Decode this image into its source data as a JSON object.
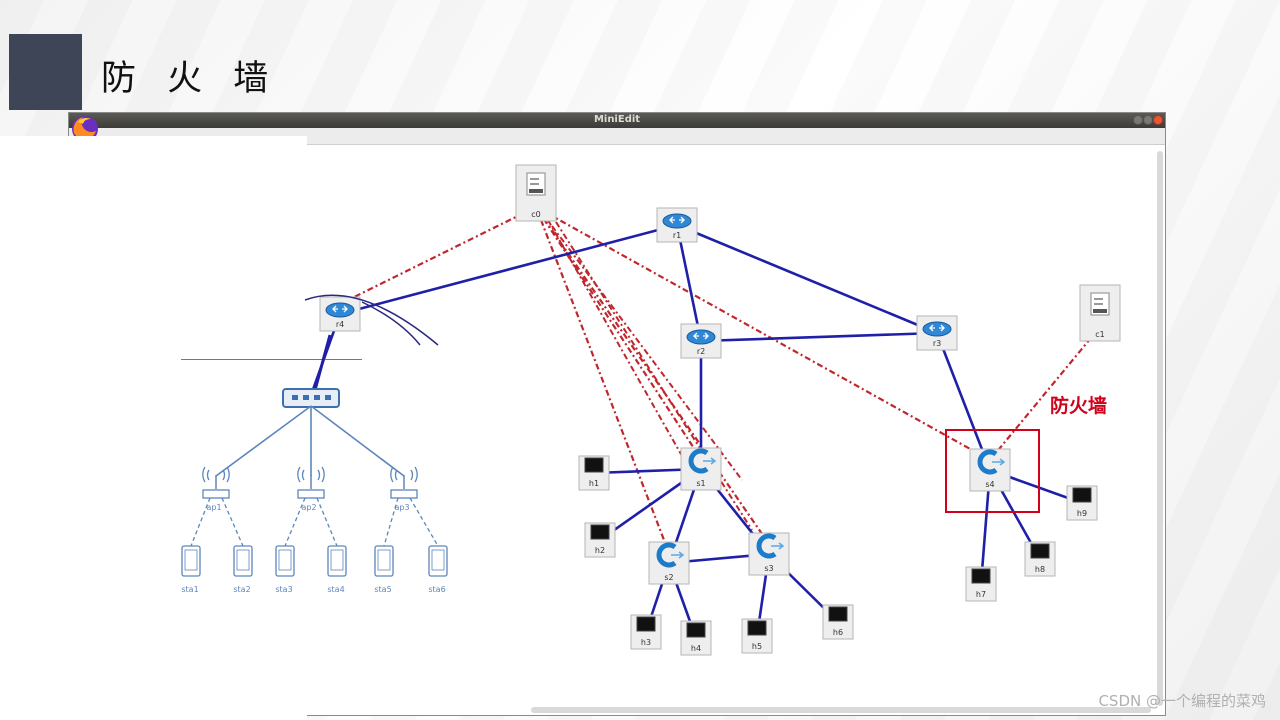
{
  "slide": {
    "title": "防 火 墙",
    "firewall_label": "防火墙",
    "watermark": "CSDN @一个编程的菜鸡",
    "accent_color": "#3d4556",
    "highlight_color": "#d0021b"
  },
  "miniedit": {
    "window_title": "MiniEdit",
    "menu_text": ""
  },
  "topology": {
    "nodes": [
      {
        "id": "c0",
        "type": "controller"
      },
      {
        "id": "c1",
        "type": "controller"
      },
      {
        "id": "r1",
        "type": "router"
      },
      {
        "id": "r2",
        "type": "router"
      },
      {
        "id": "r3",
        "type": "router"
      },
      {
        "id": "r4",
        "type": "router"
      },
      {
        "id": "s1",
        "type": "switch"
      },
      {
        "id": "s2",
        "type": "switch"
      },
      {
        "id": "s3",
        "type": "switch"
      },
      {
        "id": "s4",
        "type": "switch"
      },
      {
        "id": "h1",
        "type": "host"
      },
      {
        "id": "h2",
        "type": "host"
      },
      {
        "id": "h3",
        "type": "host"
      },
      {
        "id": "h4",
        "type": "host"
      },
      {
        "id": "h5",
        "type": "host"
      },
      {
        "id": "h6",
        "type": "host"
      },
      {
        "id": "h7",
        "type": "host"
      },
      {
        "id": "h8",
        "type": "host"
      },
      {
        "id": "h9",
        "type": "host"
      }
    ],
    "links": [
      [
        "r4",
        "r1"
      ],
      [
        "r1",
        "r2"
      ],
      [
        "r1",
        "r3"
      ],
      [
        "r2",
        "r3"
      ],
      [
        "r2",
        "s1"
      ],
      [
        "r3",
        "s4"
      ],
      [
        "s1",
        "h1"
      ],
      [
        "s1",
        "h2"
      ],
      [
        "s1",
        "s2"
      ],
      [
        "s1",
        "s3"
      ],
      [
        "s2",
        "s3"
      ],
      [
        "s2",
        "h3"
      ],
      [
        "s2",
        "h4"
      ],
      [
        "s3",
        "h5"
      ],
      [
        "s3",
        "h6"
      ],
      [
        "s4",
        "h7"
      ],
      [
        "s4",
        "h8"
      ],
      [
        "s4",
        "h9"
      ],
      [
        "r4",
        "hub"
      ]
    ],
    "control_links": [
      [
        "c0",
        "s1"
      ],
      [
        "c0",
        "s2"
      ],
      [
        "c0",
        "s3"
      ],
      [
        "c0",
        "s4"
      ],
      [
        "c0",
        "r4"
      ],
      [
        "c1",
        "s4"
      ]
    ]
  },
  "wireless": {
    "aps": [
      {
        "id": "ap1"
      },
      {
        "id": "ap2"
      },
      {
        "id": "ap3"
      }
    ],
    "stations": [
      {
        "id": "sta1",
        "ap": "ap1"
      },
      {
        "id": "sta2",
        "ap": "ap1"
      },
      {
        "id": "sta3",
        "ap": "ap2"
      },
      {
        "id": "sta4",
        "ap": "ap2"
      },
      {
        "id": "sta5",
        "ap": "ap3"
      },
      {
        "id": "sta6",
        "ap": "ap3"
      }
    ]
  }
}
